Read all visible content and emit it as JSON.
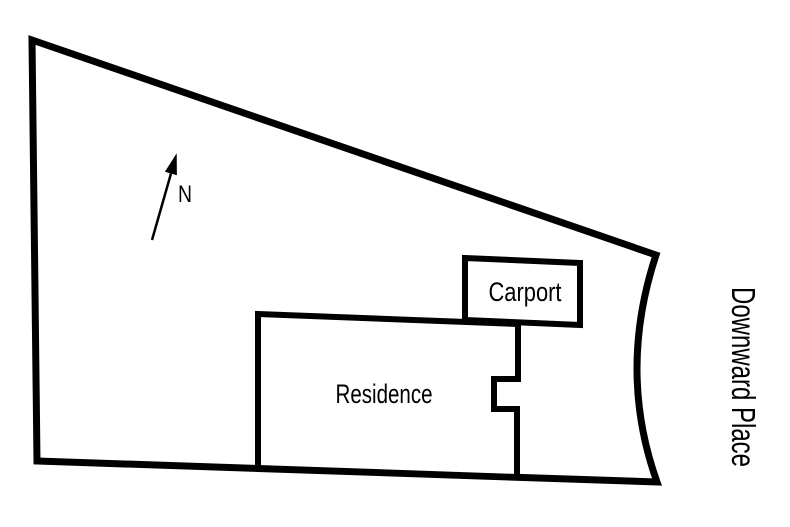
{
  "page": {
    "background_color": "#ffffff",
    "line_color": "#000000",
    "text_color": "#000000"
  },
  "diagram": {
    "type": "site-plan",
    "labels": {
      "residence": "Residence",
      "carport": "Carport",
      "north": "N",
      "street": "Downward Place"
    }
  }
}
